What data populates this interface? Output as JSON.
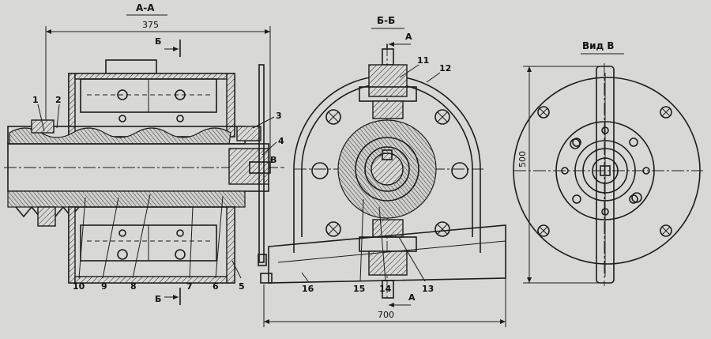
{
  "views": {
    "section_aa": {
      "title": "А-А"
    },
    "section_bb": {
      "title": "Б-Б"
    },
    "view_v": {
      "title": "Вид В"
    }
  },
  "dimensions": {
    "width_aa": "375",
    "overall_width": "700",
    "height_v": "500"
  },
  "section_marks": {
    "b_top": "Б",
    "b_bottom": "Б",
    "a_top": "А",
    "a_bottom": "А",
    "v_arrow": "В"
  },
  "callouts": [
    "1",
    "2",
    "3",
    "4",
    "5",
    "6",
    "7",
    "8",
    "9",
    "10",
    "11",
    "12",
    "13",
    "14",
    "15",
    "16"
  ]
}
